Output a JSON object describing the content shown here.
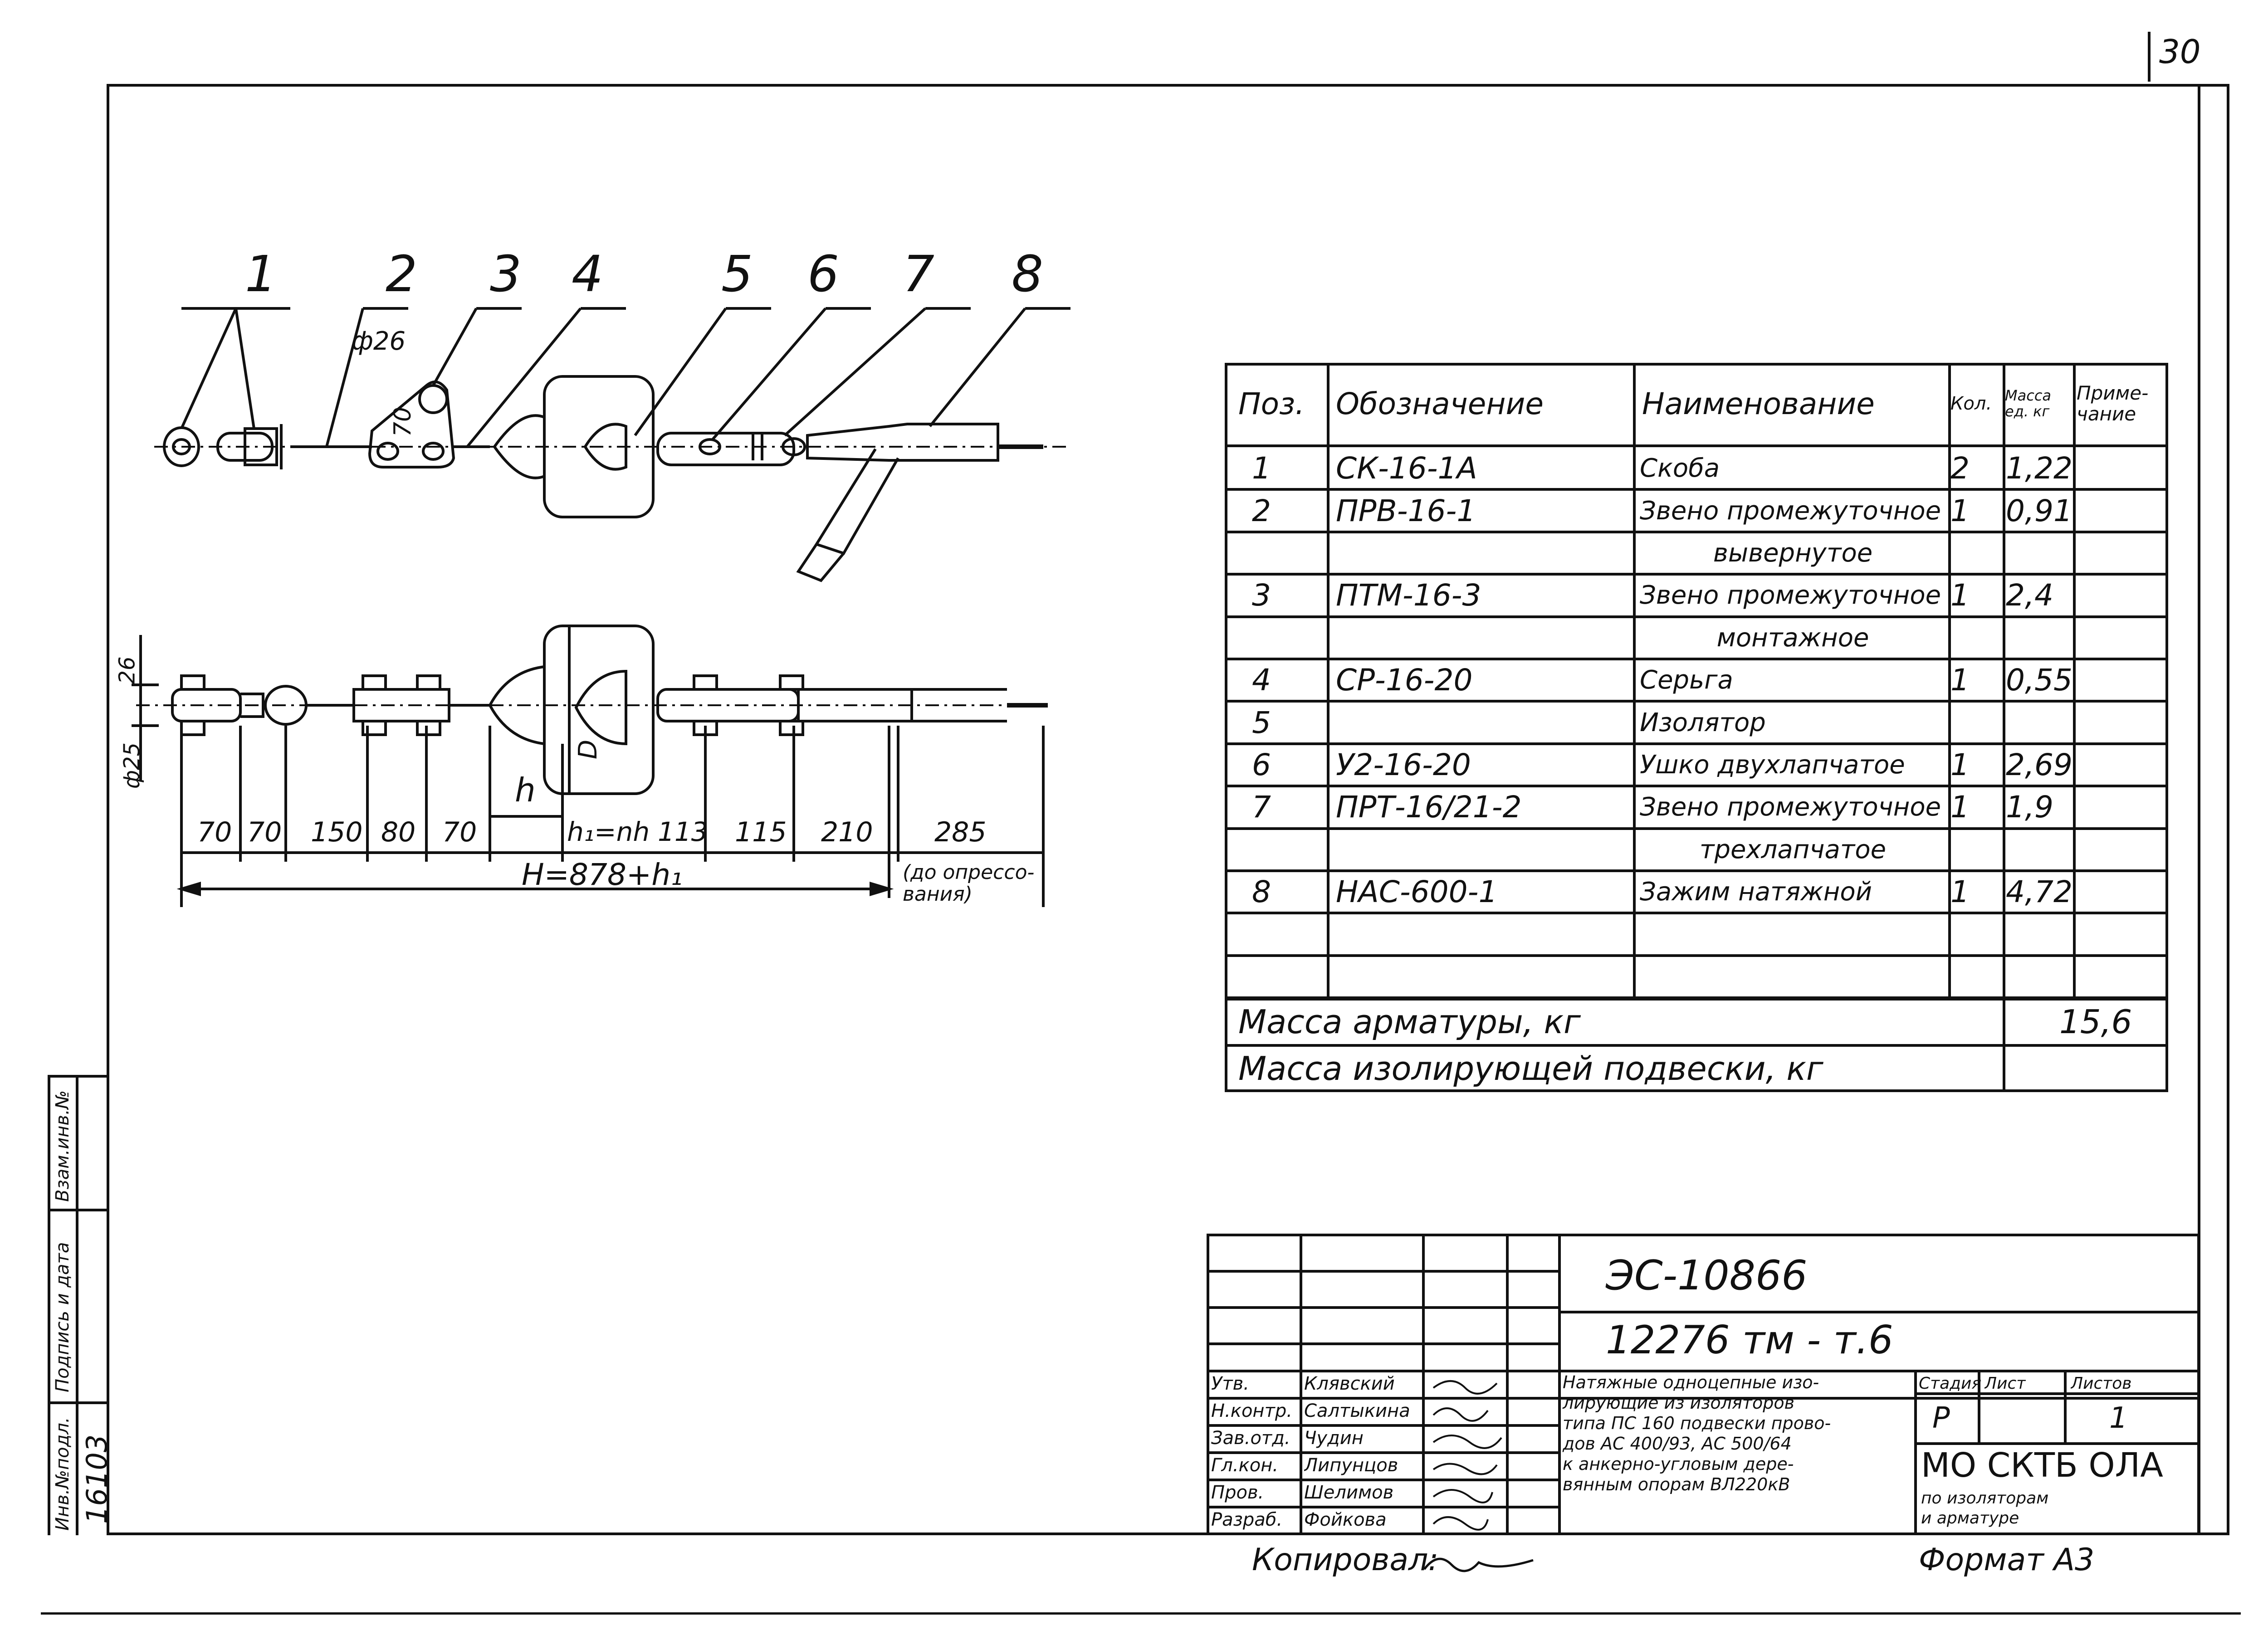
{
  "sheet_corner_number": "30",
  "drawing": {
    "callouts": [
      "1",
      "2",
      "3",
      "4",
      "5",
      "6",
      "7",
      "8"
    ],
    "dim_phi26": "ф26",
    "dim_70_vertical": "70",
    "dim_26_side": "26",
    "dim_phi25": "ф25",
    "dim_h": "h",
    "dim_D": "D",
    "dims_bottom": [
      "70",
      "70",
      "150",
      "80",
      "70",
      "h₁=nh",
      "113",
      "115",
      "210",
      "285"
    ],
    "dim_total": "H=878+h₁",
    "dim_note": "(до опрессо-вания)"
  },
  "spec_table": {
    "headers": {
      "pos": "Поз.",
      "designation": "Обозначение",
      "name": "Наименование",
      "qty": "Кол.",
      "mass": "Масса ед. кг",
      "note": "Приме-чание"
    },
    "rows": [
      {
        "pos": "1",
        "designation": "СК-16-1А",
        "name": "Скоба",
        "qty": "2",
        "mass": "1,22"
      },
      {
        "pos": "2",
        "designation": "ПРВ-16-1",
        "name": "Звено промежуточное",
        "qty": "1",
        "mass": "0,91"
      },
      {
        "pos": "",
        "designation": "",
        "name": "вывернутое",
        "qty": "",
        "mass": ""
      },
      {
        "pos": "3",
        "designation": "ПТМ-16-3",
        "name": "Звено промежуточное",
        "qty": "1",
        "mass": "2,4"
      },
      {
        "pos": "",
        "designation": "",
        "name": "монтажное",
        "qty": "",
        "mass": ""
      },
      {
        "pos": "4",
        "designation": "СР-16-20",
        "name": "Серьга",
        "qty": "1",
        "mass": "0,55"
      },
      {
        "pos": "5",
        "designation": "",
        "name": "Изолятор",
        "qty": "",
        "mass": ""
      },
      {
        "pos": "6",
        "designation": "У2-16-20",
        "name": "Ушко двухлапчатое",
        "qty": "1",
        "mass": "2,69"
      },
      {
        "pos": "7",
        "designation": "ПРТ-16/21-2",
        "name": "Звено промежуточное",
        "qty": "1",
        "mass": "1,9"
      },
      {
        "pos": "",
        "designation": "",
        "name": "трехлапчатое",
        "qty": "",
        "mass": ""
      },
      {
        "pos": "8",
        "designation": "НАС-600-1",
        "name": "Зажим натяжной",
        "qty": "1",
        "mass": "4,72"
      },
      {
        "pos": "",
        "designation": "",
        "name": "",
        "qty": "",
        "mass": ""
      },
      {
        "pos": "",
        "designation": "",
        "name": "",
        "qty": "",
        "mass": ""
      }
    ],
    "mass_fittings_label": "Масса арматуры, кг",
    "mass_fittings_value": "15,6",
    "mass_suspension_label": "Масса изолирующей подвески, кг",
    "mass_suspension_value": ""
  },
  "sidebar": {
    "inv_podl": "Инв.№подл.",
    "podpis_data": "Подпись и дата",
    "vzam_inv": "Взам.инв.№",
    "inv_value": "16103"
  },
  "title_block": {
    "doc_code": "ЭС-10866",
    "doc_number": "12276 тм - т.6",
    "description": [
      "Натяжные одноцепные изо-",
      "лирующие из изоляторов",
      "типа ПС 160 подвески прово-",
      "дов АС 400/93, АС 500/64",
      "к анкерно-угловым дере-",
      "вянным опорам ВЛ220кВ"
    ],
    "stage_label": "Стадия",
    "sheet_label": "Лист",
    "sheets_label": "Листов",
    "stage_value": "Р",
    "sheets_value": "1",
    "org_main": "МО СКТБ ОЛА",
    "org_sub": [
      "по изоляторам",
      "и арматуре"
    ],
    "roles": [
      {
        "role": "Утв.",
        "name": "Клявский"
      },
      {
        "role": "Н.контр.",
        "name": "Салтыкина"
      },
      {
        "role": "Зав.отд.",
        "name": "Чудин"
      },
      {
        "role": "Гл.кон.",
        "name": "Липунцов"
      },
      {
        "role": "Пров.",
        "name": "Шелимов"
      },
      {
        "role": "Разраб.",
        "name": "Фойкова"
      }
    ]
  },
  "footer": {
    "copied": "Копировал:",
    "format": "Формат А3"
  }
}
